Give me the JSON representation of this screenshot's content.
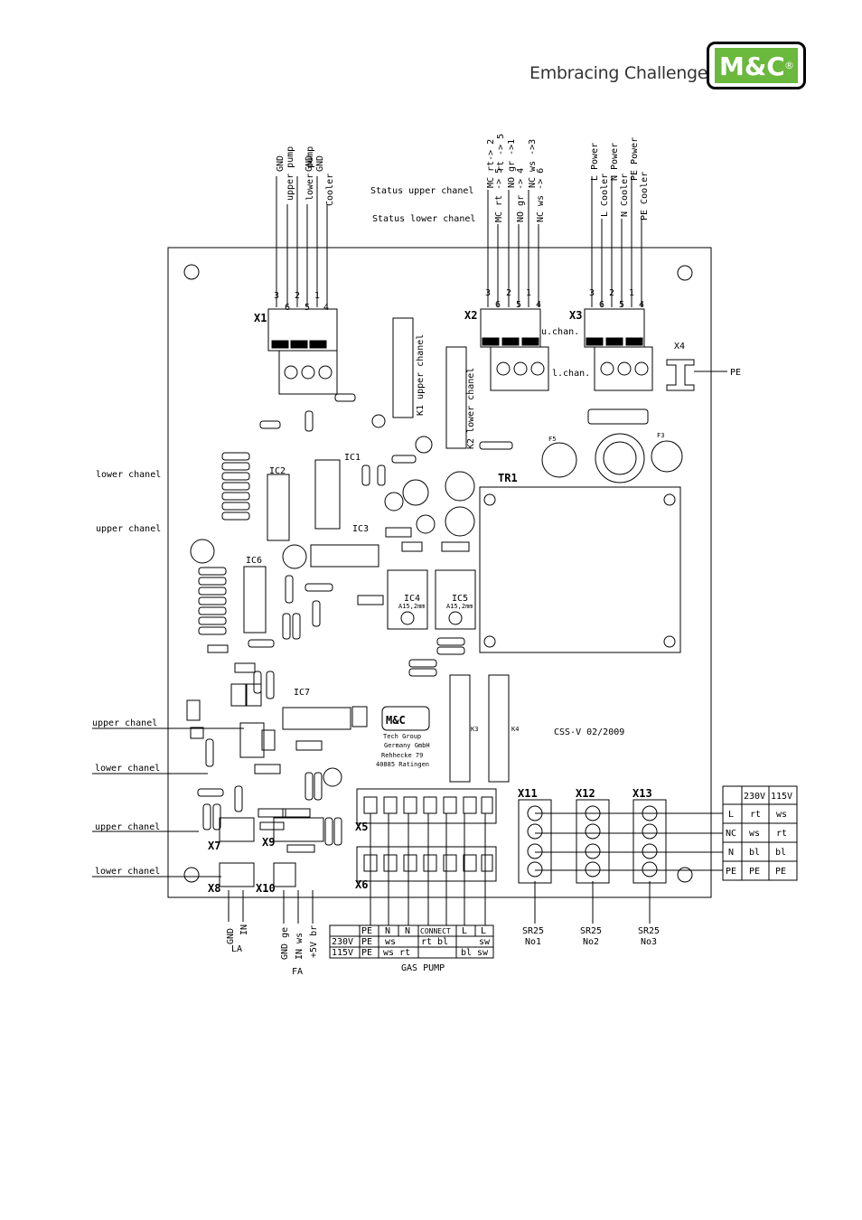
{
  "header": {
    "tagline": "Embracing Challenge",
    "logo_text": "M&C",
    "logo_mark": "®",
    "brand_color": "#6ab83c"
  },
  "board": {
    "id": "CSS-V  02/2009",
    "maker_logo": "M&C",
    "maker_lines": [
      "Tech Group",
      "Germany GmbH",
      "Rehhecke 79",
      "40885 Ratingen"
    ],
    "transformer": "TR1"
  },
  "top_labels": {
    "x1_wires": [
      "GND",
      "upper pump",
      "GND",
      "lower pump",
      "GND",
      "Cooler"
    ],
    "status_upper": "Status upper chanel",
    "status_lower": "Status lower chanel",
    "x2_upper": [
      "MC rt-> 2",
      "rt -> 5",
      "NO gr ->1",
      "NC ws ->3"
    ],
    "x2_lower": [
      "MC rt -> 5",
      "NO gr -> 4",
      "NC ws -> 6"
    ],
    "x3_wires": [
      "L Power",
      "L Cooler",
      "N Power",
      "N Cooler",
      "PE Power",
      "PE Cooler"
    ]
  },
  "connectors": {
    "x1": {
      "name": "X1",
      "top_pins": [
        "3",
        "2",
        "1"
      ],
      "bot_pins": [
        "6",
        "5",
        "4"
      ]
    },
    "x2": {
      "name": "X2",
      "top_pins": [
        "3",
        "2",
        "1"
      ],
      "bot_pins": [
        "6",
        "5",
        "4"
      ],
      "upper_tag": "u.chan.",
      "lower_tag": "l.chan."
    },
    "x3": {
      "name": "X3",
      "top_pins": [
        "3",
        "2",
        "1"
      ],
      "bot_pins": [
        "6",
        "5",
        "4"
      ]
    },
    "x4": {
      "name": "X4",
      "tag": "PE"
    }
  },
  "left_labels": {
    "lower_chanel_1": "lower chanel",
    "upper_chanel_1": "upper chanel",
    "upper_chanel_2": "upper chanel",
    "lower_chanel_2": "lower chanel",
    "upper_chanel_3": "upper chanel",
    "lower_chanel_3": "lower chanel"
  },
  "components": {
    "ics": [
      "IC1",
      "IC2",
      "IC3",
      "IC4",
      "IC5",
      "IC6",
      "IC7"
    ],
    "ic4_sub": "A15,2mm",
    "ic5_sub": "A15,2mm",
    "relays": [
      "K1 upper chanel",
      "K2 lower chanel",
      "K3",
      "K4"
    ],
    "fuses": [
      "F3",
      "F5"
    ]
  },
  "bottom_connectors": {
    "x5": "X5",
    "x6": "X6",
    "x7": "X7",
    "x8": "X8",
    "x9": "X9",
    "x10": "X10",
    "x11": "X11",
    "x12": "X12",
    "x13": "X13"
  },
  "la_labels": [
    "GND",
    "IN",
    "LA"
  ],
  "fa_labels": [
    "GND ge",
    "IN ws",
    "+5V br",
    "FA"
  ],
  "gas_pump_table": {
    "caption": "GAS PUMP",
    "rows": [
      [
        "",
        "PE",
        "N",
        "N",
        "CONNECT",
        "L",
        "L"
      ],
      [
        "230V",
        "PE",
        "ws",
        "",
        "rt bl",
        "",
        "sw"
      ],
      [
        "115V",
        "PE",
        "ws rt",
        "",
        "",
        "bl",
        "sw"
      ]
    ]
  },
  "supply_table": {
    "header": [
      "",
      "230V",
      "115V"
    ],
    "rows": [
      [
        "L",
        "rt",
        "ws"
      ],
      [
        "NC",
        "ws",
        "rt"
      ],
      [
        "N",
        "bl",
        "bl"
      ],
      [
        "PE",
        "PE",
        "PE"
      ]
    ]
  },
  "sr25": [
    {
      "name": "SR25",
      "no": "No1"
    },
    {
      "name": "SR25",
      "no": "No2"
    },
    {
      "name": "SR25",
      "no": "No3"
    }
  ]
}
